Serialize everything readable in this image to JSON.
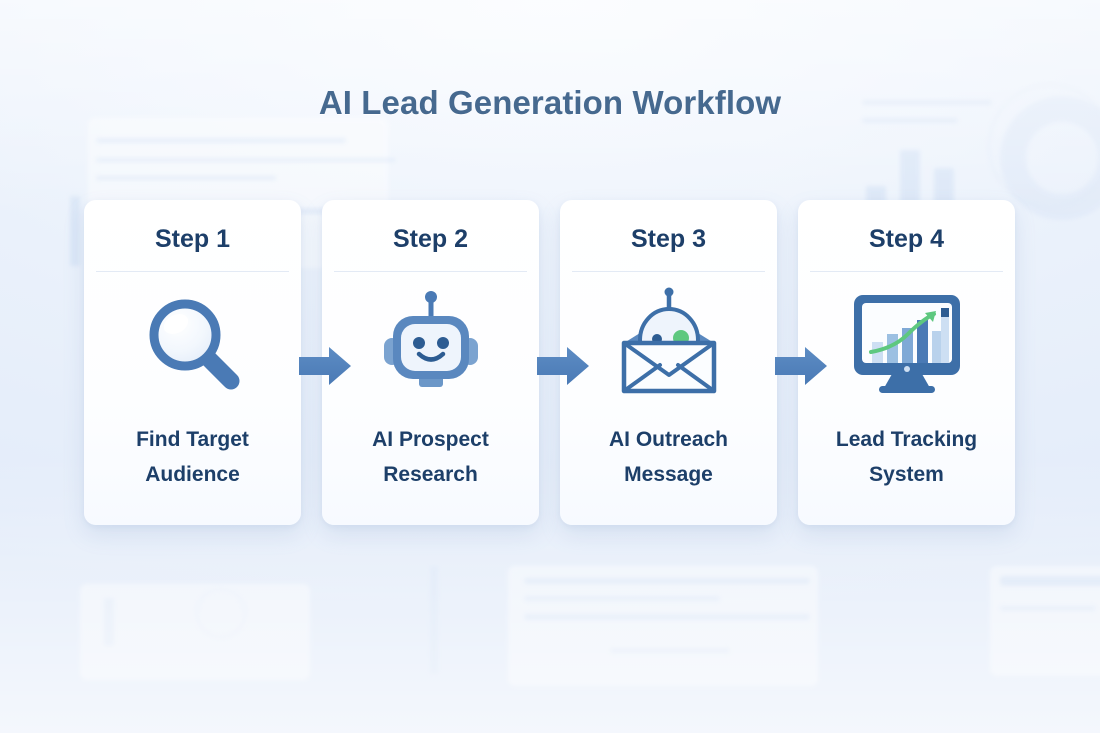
{
  "page": {
    "title": "AI Lead Generation Workflow",
    "background_style": "soft blue gradient with faint dashboard graphics"
  },
  "colors": {
    "title": "#46698f",
    "card_text": "#1d3f69",
    "icon_blue": "#4a7ab5",
    "icon_blue_dark": "#3d6fa8",
    "icon_fill": "#eef4fc",
    "accent_green": "#5ec87f",
    "arrow": "#4a7ab5",
    "card_background": "#ffffff",
    "divider": "#e3eaf5",
    "page_background": "#eaf1fb"
  },
  "workflow": {
    "steps": [
      {
        "step_label": "Step 1",
        "title_line1": "Find Target",
        "title_line2": "Audience",
        "icon": "magnifying-glass-icon"
      },
      {
        "step_label": "Step 2",
        "title_line1": "AI Prospect",
        "title_line2": "Research",
        "icon": "robot-head-icon"
      },
      {
        "step_label": "Step 3",
        "title_line1": "AI Outreach",
        "title_line2": "Message",
        "icon": "envelope-robot-icon"
      },
      {
        "step_label": "Step 4",
        "title_line1": "Lead Tracking",
        "title_line2": "System",
        "icon": "monitor-chart-icon"
      }
    ],
    "connectors": [
      {
        "name": "arrow-step1-to-step2",
        "icon": "arrow-right-icon"
      },
      {
        "name": "arrow-step2-to-step3",
        "icon": "arrow-right-icon"
      },
      {
        "name": "arrow-step3-to-step4",
        "icon": "arrow-right-icon"
      }
    ]
  }
}
